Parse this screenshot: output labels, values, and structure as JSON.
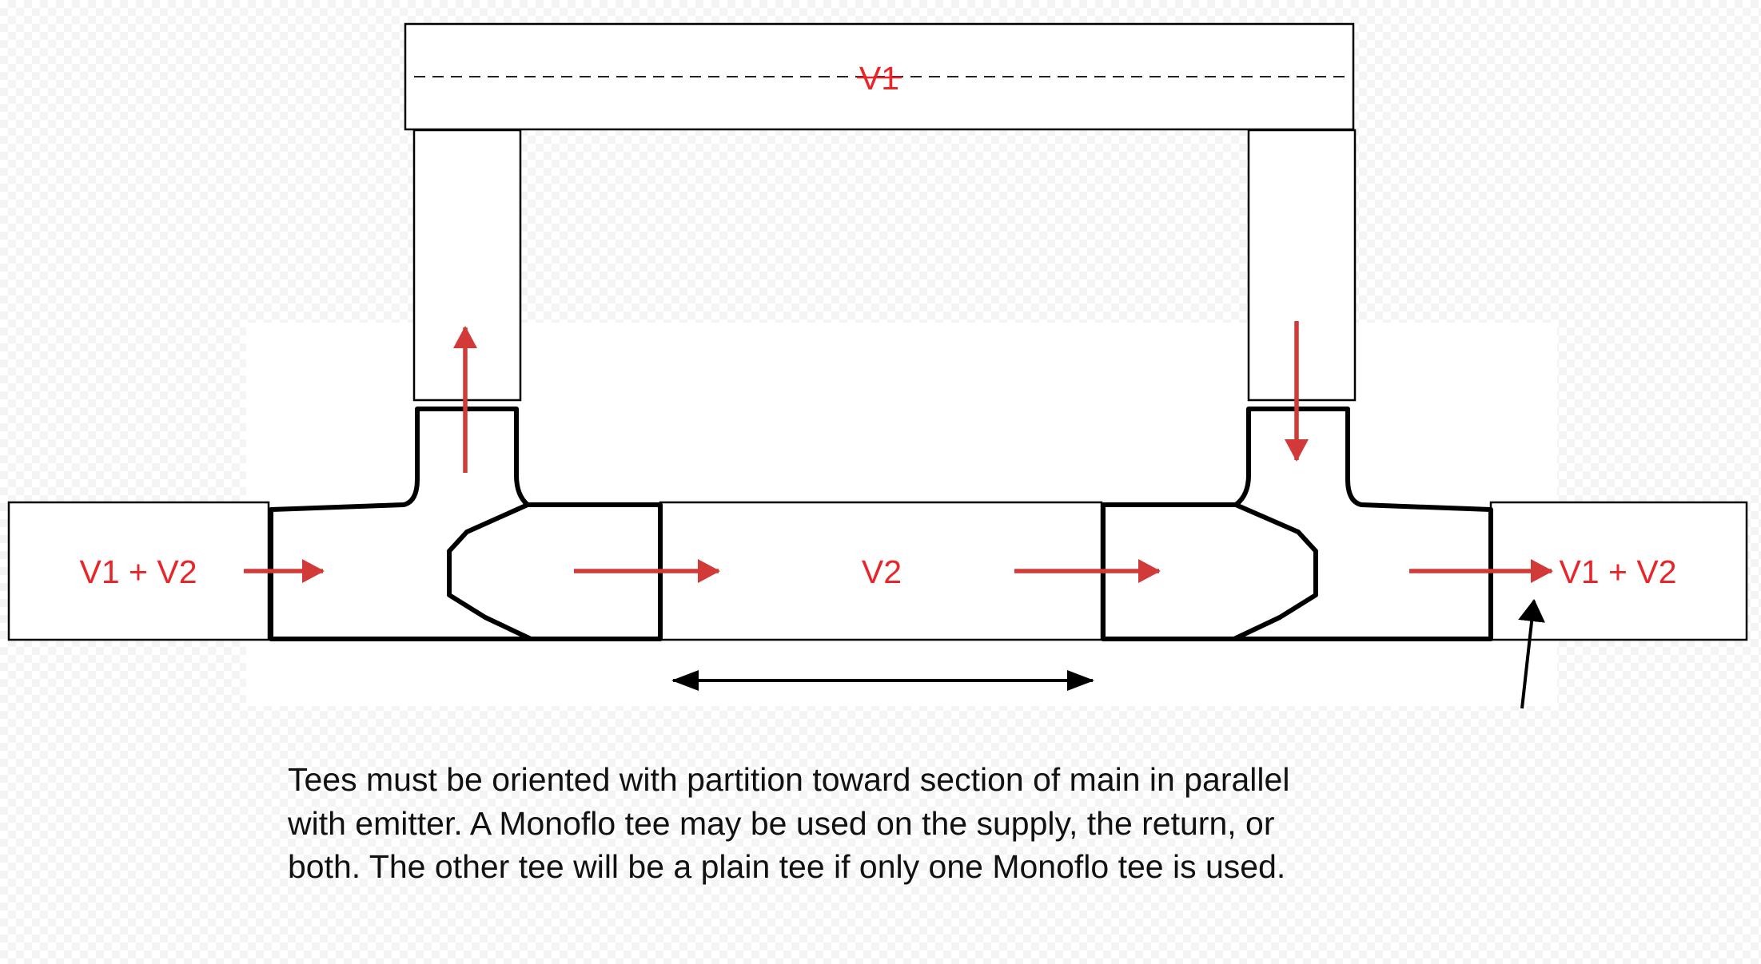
{
  "labels": {
    "emitter": "V1",
    "main_bypass": "V2",
    "inlet": "V1 + V2",
    "outlet": "V1 + V2"
  },
  "caption": [
    "Tees must be oriented with partition toward section of main in parallel",
    "with emitter.  A Monoflo tee may be used on the supply, the return, or",
    "both.  The other tee will be a plain tee if only one Monoflo tee is used."
  ],
  "colors": {
    "flow_arrow": "#d23a3a",
    "label": "#e8262a",
    "outline": "#000000",
    "caption_text": "#111111"
  },
  "icons": {
    "flow_arrow": "arrow-icon",
    "dimension_arrow": "double-arrow-icon",
    "pointer_arrow": "pointer-arrow-icon"
  }
}
